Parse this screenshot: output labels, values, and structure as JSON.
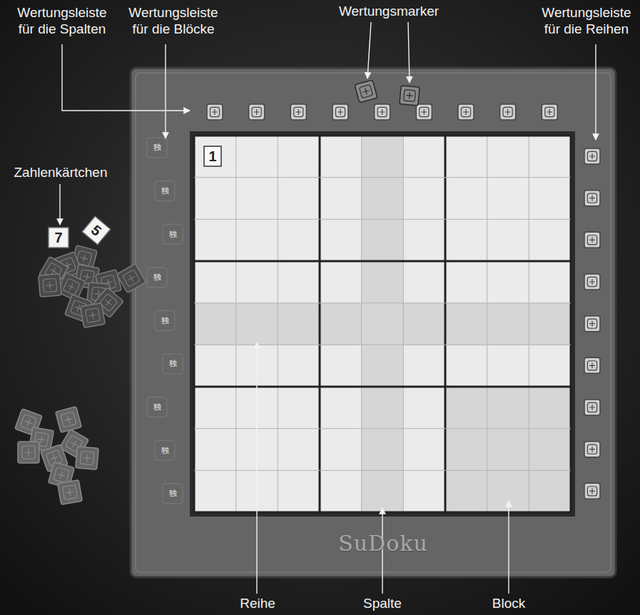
{
  "diagram": {
    "labels": [
      "Wertungsleiste für die Spalten",
      "Wertungsleiste für die Blöcke",
      "Wertungsmarker",
      "Wertungsleiste für die Reihen",
      "Zahlenkärtchen",
      "7",
      "5",
      "1",
      "独",
      "独",
      "独",
      "独",
      "独",
      "独",
      "独",
      "独",
      "独",
      "SuDoku",
      "Reihe",
      "Spalte",
      "Block"
    ]
  }
}
